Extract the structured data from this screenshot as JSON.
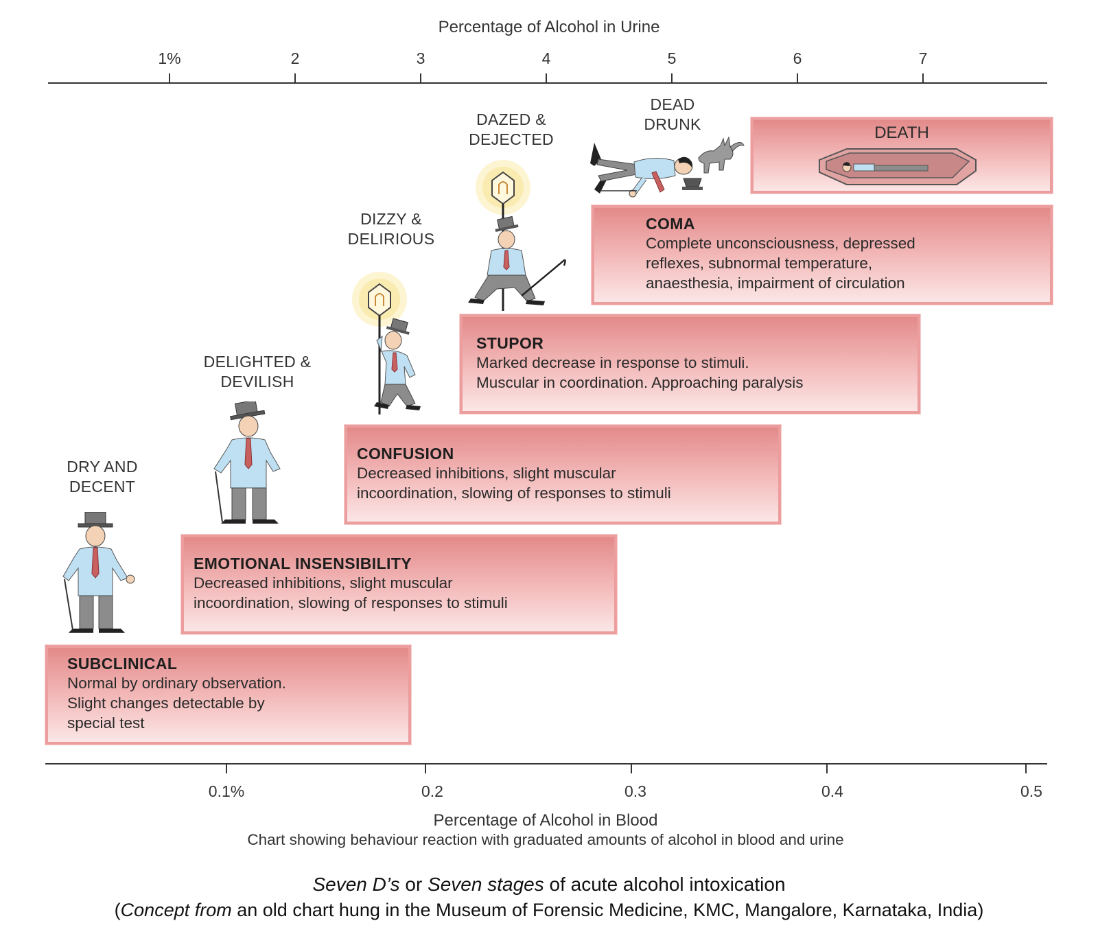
{
  "top_axis": {
    "title": "Percentage of Alcohol in Urine",
    "ticks": [
      "1%",
      "2",
      "3",
      "4",
      "5",
      "6",
      "7"
    ]
  },
  "bottom_axis": {
    "title": "Percentage of Alcohol in Blood",
    "subtitle": "Chart showing behaviour reaction with graduated amounts of alcohol in blood and urine",
    "ticks": [
      "0.1%",
      "0.2",
      "0.3",
      "0.4",
      "0.5"
    ]
  },
  "stages": [
    {
      "label_line1": "DRY AND",
      "label_line2": "DECENT",
      "title": "SUBCLINICAL",
      "lines": [
        "Normal by ordinary observation.",
        "Slight changes detectable by",
        "special test"
      ]
    },
    {
      "label_line1": "DELIGHTED &",
      "label_line2": "DEVILISH",
      "title": "EMOTIONAL INSENSIBILITY",
      "lines": [
        "Decreased inhibitions, slight muscular",
        "incoordination, slowing of responses to stimuli"
      ]
    },
    {
      "label_line1": "DIZZY &",
      "label_line2": "DELIRIOUS",
      "title": "CONFUSION",
      "lines": [
        "Decreased inhibitions, slight muscular",
        "incoordination, slowing of responses to stimuli"
      ]
    },
    {
      "label_line1": "DAZED &",
      "label_line2": "DEJECTED",
      "title": "STUPOR",
      "lines": [
        "Marked decrease in response to stimuli.",
        "Muscular in coordination. Approaching paralysis"
      ]
    },
    {
      "label_line1": "DEAD",
      "label_line2": "DRUNK",
      "title": "COMA",
      "lines": [
        "Complete unconsciousness, depressed",
        "reflexes, subnormal temperature,",
        "anaesthesia, impairment of circulation"
      ]
    },
    {
      "title": "DEATH"
    }
  ],
  "caption": {
    "line1_italic_a": "Seven D’s",
    "line1_mid": " or ",
    "line1_italic_b": "Seven stages",
    "line1_rest": " of acute alcohol intoxication",
    "line2_open": "(",
    "line2_italic": "Concept from",
    "line2_rest": " an old chart hung in the Museum of Forensic Medicine, KMC, Mangalore, Karnataka, India)"
  },
  "colors": {
    "box_dark": "#e38a8a",
    "box_light": "#fbe6e6",
    "box_border": "#ec9d9d",
    "shirt": "#bfe0f2",
    "pants": "#8c8c8c",
    "glow": "#f7d54a"
  }
}
